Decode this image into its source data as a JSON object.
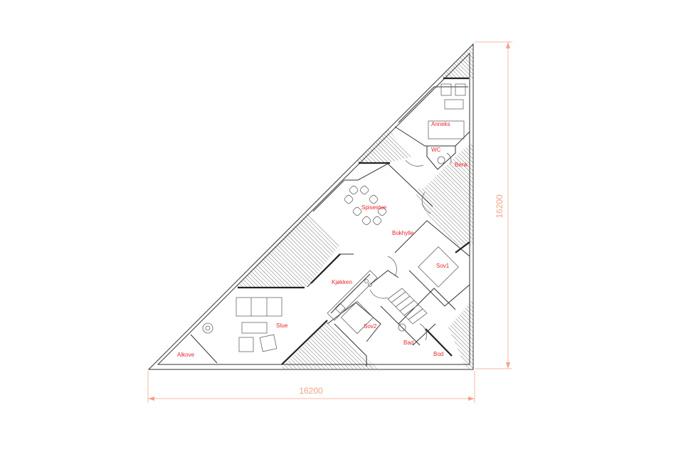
{
  "plan": {
    "type": "floor-plan",
    "shape": "right-triangle",
    "colors": {
      "room_label": "#e8262a",
      "dimension": "#f3a386",
      "wall": "#333333",
      "hatch": "#555555"
    },
    "rooms": [
      {
        "id": "anneks",
        "label": "Anneks"
      },
      {
        "id": "wc",
        "label": "WC"
      },
      {
        "id": "benk",
        "label": "Benk"
      },
      {
        "id": "spisestue",
        "label": "Spisestue"
      },
      {
        "id": "bokhylle",
        "label": "Bokhylle"
      },
      {
        "id": "sov1",
        "label": "Sov1"
      },
      {
        "id": "kjokken",
        "label": "Kjøkken"
      },
      {
        "id": "stue",
        "label": "Stue"
      },
      {
        "id": "sov2",
        "label": "Sov2"
      },
      {
        "id": "bad",
        "label": "Bad"
      },
      {
        "id": "bod",
        "label": "Bod"
      },
      {
        "id": "alkove",
        "label": "Alkove"
      }
    ],
    "dimensions": {
      "horizontal": "16200",
      "vertical": "16200"
    }
  }
}
